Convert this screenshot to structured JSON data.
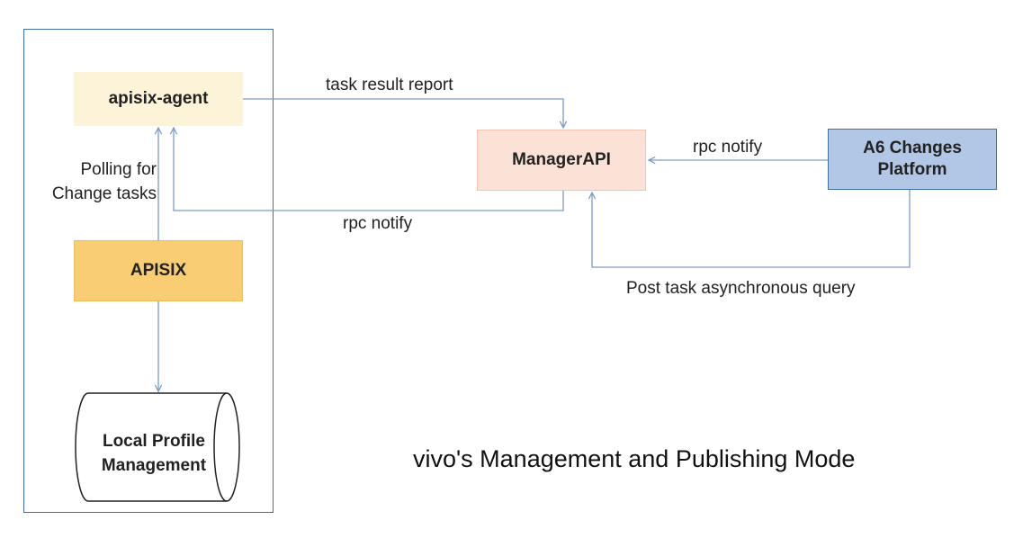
{
  "diagram": {
    "title": "vivo's Management and Publishing Mode",
    "nodes": {
      "agent": "apisix-agent",
      "apisix": "APISIX",
      "manager": "ManagerAPI",
      "a6_line1": "A6 Changes",
      "a6_line2": "Platform",
      "profile_line1": "Local Profile",
      "profile_line2": "Management"
    },
    "edges": {
      "task_result_report": "task result report",
      "rpc_notify_a6": "rpc notify",
      "rpc_notify_agent": "rpc notify",
      "polling_line1": "Polling for",
      "polling_line2": "Change tasks",
      "post_task_query": "Post task asynchronous query"
    }
  }
}
